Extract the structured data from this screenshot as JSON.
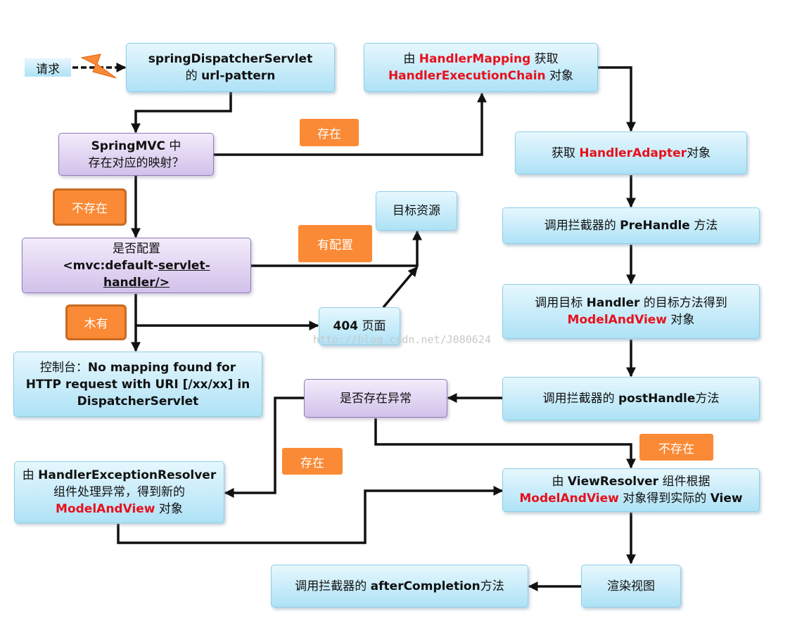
{
  "request_label": "请求",
  "nodes": {
    "dispatcher": {
      "line1": "springDispatcherServlet",
      "line2_pre": "的 ",
      "line2_b": "url-pattern"
    },
    "handler_mapping": {
      "pre": "由 ",
      "red1": "HandlerMapping",
      "mid": " 获取",
      "red2": "HandlerExecutionChain",
      "post": " 对象"
    },
    "springmvc": {
      "b": "SpringMVC",
      "post": " 中",
      "line2": "存在对应的映射？"
    },
    "get_adapter": {
      "pre": "获取 ",
      "red": "HandlerAdapter",
      "post": "对象"
    },
    "target_resource": {
      "text": "目标资源"
    },
    "prehandle": {
      "pre": "调用拦截器的 ",
      "b": "PreHandle",
      "post": " 方法"
    },
    "default_servlet": {
      "line1": "是否配置",
      "line2_pre": "<mvc:default-",
      "line2_u": "servlet-",
      "line3_u": "handler/>"
    },
    "invoke_handler": {
      "pre": "调用目标 ",
      "b": "Handler",
      "post": " 的目标方法得到",
      "red": "ModelAndView",
      "tail": " 对象"
    },
    "page404": {
      "b": "404",
      "post": " 页面"
    },
    "console": {
      "pre": "控制台：",
      "b1": "No mapping found for",
      "b2": "HTTP request with URI [/xx/xx] in",
      "b3": "DispatcherServlet"
    },
    "exception_check": {
      "text": "是否存在异常"
    },
    "posthandle": {
      "pre": "调用拦截器的 ",
      "b": "postHandle",
      "post": "方法"
    },
    "exception_resolver": {
      "pre": "由 ",
      "b": "HandlerExceptionResolver",
      "line2": "组件处理异常，得到新的",
      "red": "ModelAndView",
      "post": " 对象"
    },
    "view_resolver": {
      "pre": "由 ",
      "b": "ViewResolver",
      "post": " 组件根据",
      "red": "ModelAndView",
      "mid": " 对象得到实际的 ",
      "b2": "View"
    },
    "after_completion": {
      "pre": "调用拦截器的 ",
      "b": "afterCompletion",
      "post": "方法"
    },
    "render": {
      "text": "渲染视图"
    }
  },
  "labels": {
    "exists1": "存在",
    "not_exists1": "不存在",
    "configured": "有配置",
    "none": "木有",
    "exists2": "存在",
    "not_exists2": "不存在"
  },
  "watermark": "http://blog.csdn.net/J080624",
  "colors": {
    "highlight": "#e8101c",
    "label_bg": "#fa8a35",
    "box_blue": "#aee2f6",
    "box_purple": "#d2c1ea"
  }
}
